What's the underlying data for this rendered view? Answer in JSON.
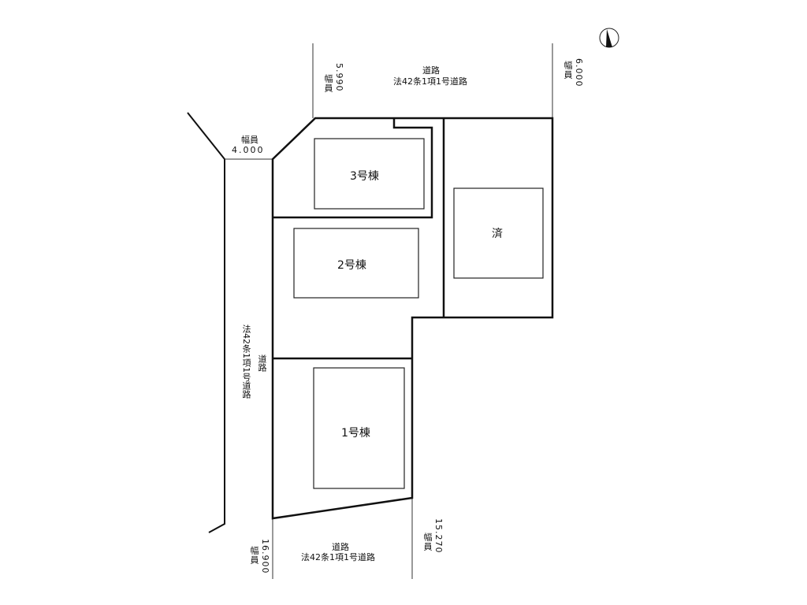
{
  "buildings": {
    "b3": "3号棟",
    "b2": "2号棟",
    "b1": "1号棟",
    "done": "済"
  },
  "road_top": {
    "line1": "道路",
    "line2": "法42条1項1号道路"
  },
  "road_bottom": {
    "line1": "道路",
    "line2": "法42条1項1号道路"
  },
  "road_left": {
    "col_a": "法42条1項1号道路",
    "col_b": "道路"
  },
  "widths": {
    "w_left": {
      "label": "幅員",
      "value": "4.000"
    },
    "w_top_left": {
      "label": "幅員",
      "value": "5.990"
    },
    "w_top_right": {
      "label": "幅員",
      "value": "6.000"
    },
    "w_bottom_left": {
      "label": "幅員",
      "value": "16.900"
    },
    "w_bottom_right": {
      "label": "幅員",
      "value": "15.270"
    }
  },
  "icons": {
    "north": "north-arrow-icon"
  }
}
